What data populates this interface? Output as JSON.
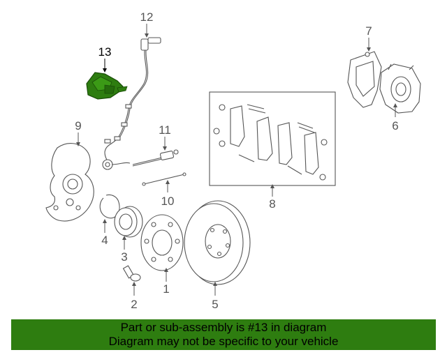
{
  "diagram": {
    "highlight_color": "#2e7d10",
    "callouts": [
      {
        "id": "13",
        "label": "13",
        "highlighted": true
      },
      {
        "id": "12",
        "label": "12"
      },
      {
        "id": "7",
        "label": "7"
      },
      {
        "id": "6",
        "label": "6"
      },
      {
        "id": "9",
        "label": "9"
      },
      {
        "id": "11",
        "label": "11"
      },
      {
        "id": "10",
        "label": "10"
      },
      {
        "id": "8",
        "label": "8"
      },
      {
        "id": "4",
        "label": "4"
      },
      {
        "id": "3",
        "label": "3"
      },
      {
        "id": "2",
        "label": "2"
      },
      {
        "id": "1",
        "label": "1"
      },
      {
        "id": "5",
        "label": "5"
      }
    ]
  },
  "banner": {
    "background_color": "#2e7d10",
    "line1": "Part or sub-assembly is #13 in diagram",
    "line2": "Diagram may not be specific to your vehicle"
  }
}
